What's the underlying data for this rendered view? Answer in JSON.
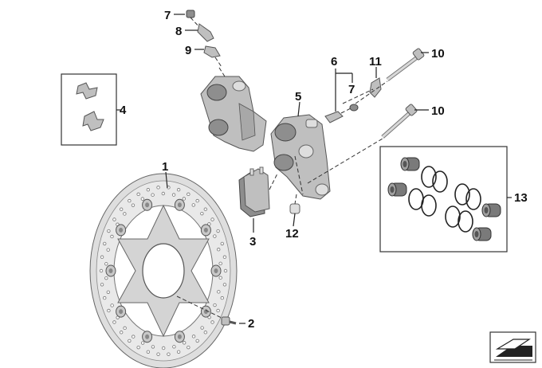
{
  "parts": [
    {
      "id": "disc",
      "callout": "1"
    },
    {
      "id": "bolt",
      "callout": "2"
    },
    {
      "id": "brake-pads",
      "callout": "3"
    },
    {
      "id": "pad-springs",
      "callout": "4"
    },
    {
      "id": "caliper-right",
      "callout": "5"
    },
    {
      "id": "bleed-valve-right",
      "callout": "6"
    },
    {
      "id": "cap-left",
      "callout": "7"
    },
    {
      "id": "cap-right",
      "callout": "7"
    },
    {
      "id": "valve-left",
      "callout": "8"
    },
    {
      "id": "bleed-screw-left",
      "callout": "9"
    },
    {
      "id": "mounting-bolt-top",
      "callout": "10"
    },
    {
      "id": "mounting-bolt-lower",
      "callout": "10"
    },
    {
      "id": "clip",
      "callout": "11"
    },
    {
      "id": "sleeve",
      "callout": "12"
    },
    {
      "id": "piston-seal-kit",
      "callout": "13"
    }
  ],
  "colors": {
    "ink": "#111111",
    "metal": "#bfbfbf",
    "metal_dark": "#8e8e8e",
    "background": "#ffffff"
  },
  "icons": {
    "corner": "view-direction-icon"
  }
}
